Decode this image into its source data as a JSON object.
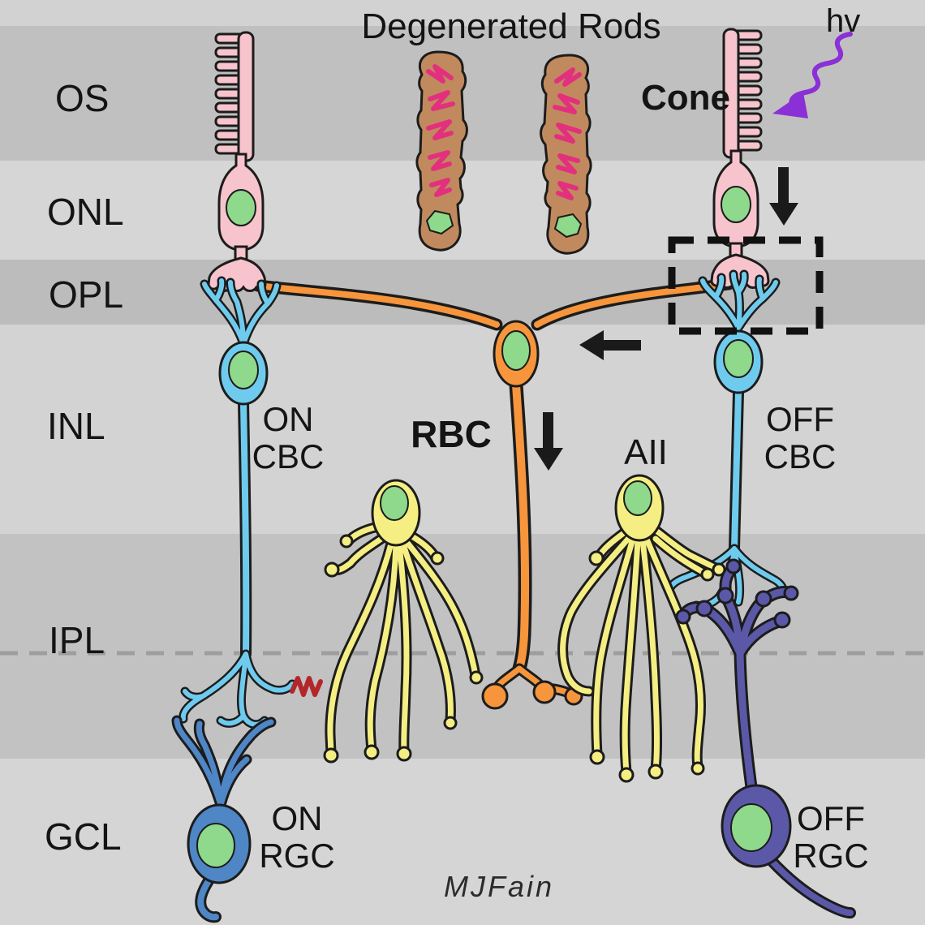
{
  "title": "Degenerated Rods",
  "photon_label": "hv",
  "signature": "MJFain",
  "layers": {
    "os": "OS",
    "onl": "ONL",
    "opl": "OPL",
    "inl": "INL",
    "ipl": "IPL",
    "gcl": "GCL"
  },
  "cells": {
    "cone": "Cone",
    "rbc": "RBC",
    "aii": "AII",
    "on_cbc": [
      "ON",
      "CBC"
    ],
    "off_cbc": [
      "OFF",
      "CBC"
    ],
    "on_rgc": [
      "ON",
      "RGC"
    ],
    "off_rgc": [
      "OFF",
      "RGC"
    ]
  },
  "colors": {
    "band_top": "#d2d2d2",
    "band_os": "#c0c0c0",
    "band_onl": "#d6d6d6",
    "band_opl": "#bcbcbc",
    "band_inl": "#d3d3d3",
    "band_ipl": "#c2c2c2",
    "band_gcl": "#d5d5d5",
    "cone_fill": "#f7c3cc",
    "rod_fill": "#c18a5e",
    "rod_tangle": "#e3307e",
    "rbc_fill": "#f6953c",
    "cbc_fill": "#6fcbee",
    "aii_fill": "#f5ee82",
    "on_rgc_fill": "#4e86c6",
    "off_rgc_fill": "#5b58a8",
    "nucleus_fill": "#8ed98b",
    "outline": "#1c1c1c",
    "arrow": "#1a1a1a",
    "photon": "#8b2fd6",
    "synapse_mark": "#b3262a",
    "ipl_divider": "#9e9e9e"
  }
}
